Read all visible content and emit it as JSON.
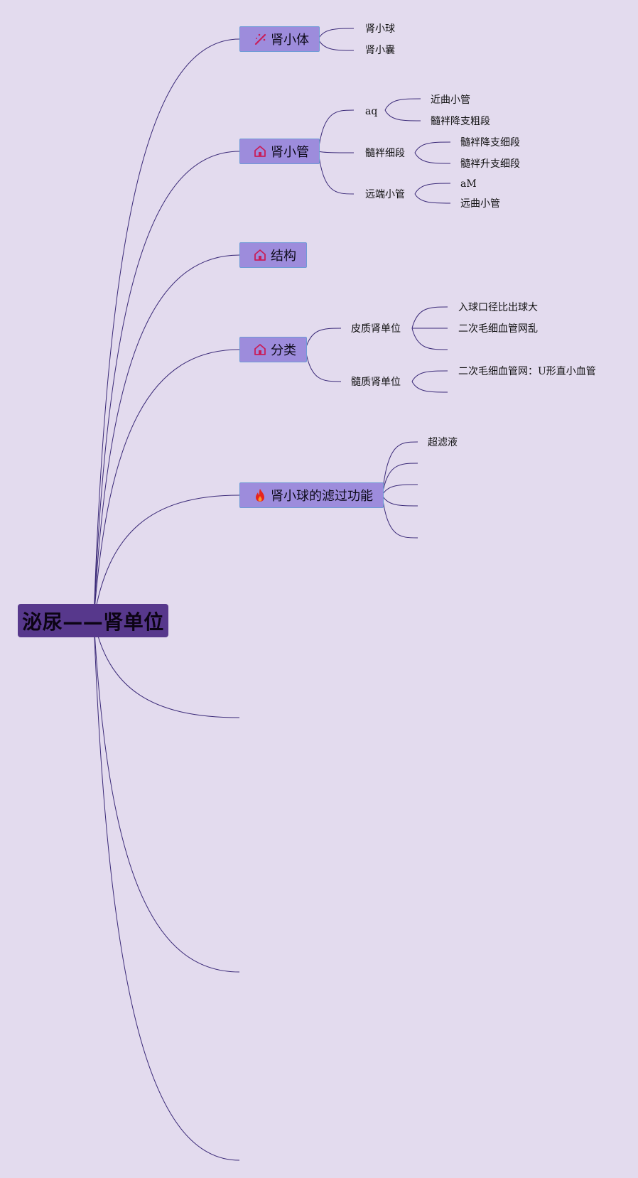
{
  "root": {
    "label": "泌尿——肾单位"
  },
  "topics": [
    {
      "id": "t1",
      "label": "肾小体",
      "icon": "wand-icon"
    },
    {
      "id": "t2",
      "label": "肾小管",
      "icon": "house-icon"
    },
    {
      "id": "t3",
      "label": "结构",
      "icon": "house-icon"
    },
    {
      "id": "t4",
      "label": "分类",
      "icon": "house-icon"
    },
    {
      "id": "t5",
      "label": "肾小球的滤过功能",
      "icon": "fire-icon"
    }
  ],
  "subtopics": {
    "t1": [
      "肾小球",
      "肾小囊"
    ],
    "t2": {
      "aq": [
        "近曲小管",
        "髓袢降支粗段"
      ],
      "髓袢细段": [
        "髓袢降支细段",
        "髓袢升支细段"
      ],
      "远端小管": [
        "aM",
        "远曲小管"
      ]
    },
    "t4": {
      "皮质肾单位": [
        "入球口径比出球大",
        "二次毛细血管网乱"
      ],
      "髓质肾单位": [
        "二次毛细血管网：U形直小血管"
      ]
    },
    "t5": [
      "超滤液"
    ]
  },
  "colors": {
    "background": "#e3dbee",
    "root_fill": "#57388c",
    "topic_fill": "#9d8cdc",
    "topic_border": "#6f9bd6",
    "line": "#3b2a78",
    "icon_pink": "#c81e5a",
    "icon_red": "#e8241c"
  }
}
